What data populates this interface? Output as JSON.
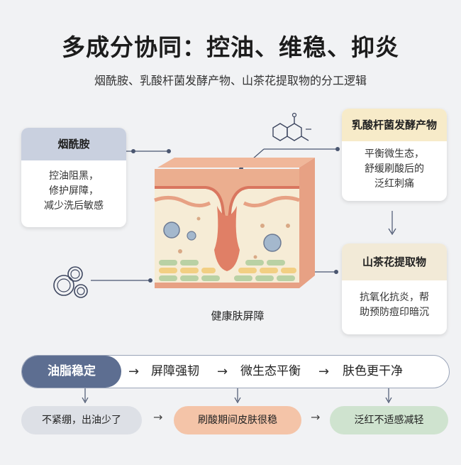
{
  "title": "多成分协同：控油、维稳、抑炎",
  "subtitle": "烟酰胺、乳酸杆菌发酵产物、山茶花提取物的分工逻辑",
  "cards": [
    {
      "header": "烟酰胺",
      "lines": [
        "控油阻黑，",
        "修护屏障，",
        "减少洗后敏感"
      ]
    },
    {
      "header": "乳酸杆菌发酵产物",
      "lines": [
        "平衡微生态，",
        "舒缓刷酸后的",
        "泛红刺痛"
      ]
    },
    {
      "header": "山茶花提取物",
      "lines": [
        "抗氧化抗炎，帮",
        "助预防痘印暗沉"
      ]
    }
  ],
  "skin_label": "健康肤屏障",
  "flow": [
    "油脂稳定",
    "屏障强韧",
    "微生态平衡",
    "肤色更干净"
  ],
  "flow_arrow": "→",
  "outcomes": [
    "不紧绷，出油少了",
    "刷酸期间皮肤很稳",
    "泛红不适感减轻"
  ],
  "colors": {
    "accent": "#5d6e91",
    "skin_top": "#e9a68a",
    "skin_mid": "#f6ecd6",
    "pore": "#d9765f"
  }
}
